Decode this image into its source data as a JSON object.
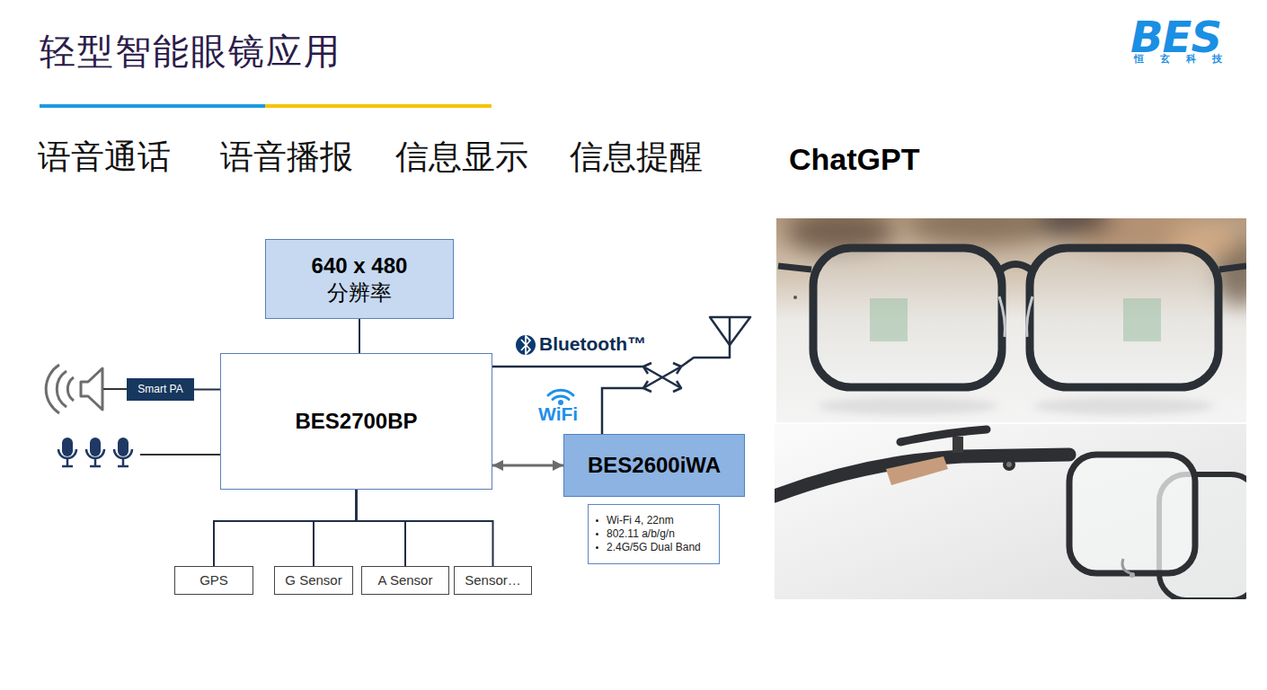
{
  "diagram": {
    "title": "轻型智能眼镜应用",
    "nodes": [
      {
        "text": [
          "640 x 480",
          "分辨率"
        ]
      },
      {
        "text": [
          "Smart PA"
        ]
      },
      {
        "text": [
          "BES2700BP"
        ]
      },
      {
        "text": [
          "BES2600iWA"
        ]
      },
      {
        "text": [
          "Wi-Fi 4, 22nm",
          "802.11 a/b/g/n",
          "2.4G/5G Dual Band"
        ]
      },
      {
        "text": [
          "GPS"
        ]
      },
      {
        "text": [
          "G Sensor"
        ]
      },
      {
        "text": [
          "A Sensor"
        ]
      },
      {
        "text": [
          "Sensor…"
        ]
      }
    ],
    "edges": [
      {
        "from": 0,
        "to": 2,
        "arrow": "none"
      },
      {
        "from": 1,
        "to": 2,
        "arrow": "none"
      },
      {
        "from": 2,
        "to": 3,
        "arrow": "both"
      },
      {
        "from": 2,
        "to": 5,
        "arrow": "none"
      },
      {
        "from": 2,
        "to": 6,
        "arrow": "none"
      },
      {
        "from": 2,
        "to": 7,
        "arrow": "none"
      },
      {
        "from": 2,
        "to": 8,
        "arrow": "none"
      }
    ],
    "labels": [
      "BES",
      "恒玄科技",
      "语音通话",
      "语音播报",
      "信息显示",
      "信息提醒",
      "ChatGPT",
      "Bluetooth™",
      "WiFi"
    ]
  }
}
